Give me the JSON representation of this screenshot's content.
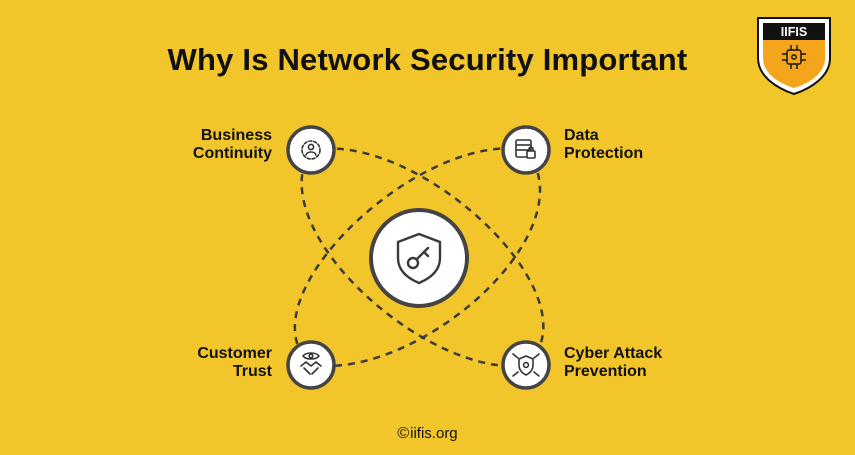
{
  "title": "Why Is Network Security Important",
  "logo": {
    "text": "IIFIS",
    "colors": {
      "shield_top": "#111111",
      "shield_bottom": "#F4A51C",
      "outline": "#FFFFFF"
    }
  },
  "nodes": [
    {
      "id": "business-continuity",
      "line1": "Business",
      "line2": "Continuity",
      "icon": "gear-person-icon"
    },
    {
      "id": "data-protection",
      "line1": "Data",
      "line2": "Protection",
      "icon": "database-lock-icon"
    },
    {
      "id": "customer-trust",
      "line1": "Customer",
      "line2": "Trust",
      "icon": "handshake-eye-icon"
    },
    {
      "id": "cyber-attack-prevention",
      "line1": "Cyber Attack",
      "line2": "Prevention",
      "icon": "shield-target-icon"
    }
  ],
  "center": {
    "icon": "shield-key-icon"
  },
  "footer": {
    "copyright_symbol": "©",
    "site": "iifis.org"
  },
  "colors": {
    "background": "#F2C62A",
    "circle_fill": "#FFFFFF",
    "circle_stroke": "#444444",
    "dash": "#3A3A3A"
  }
}
